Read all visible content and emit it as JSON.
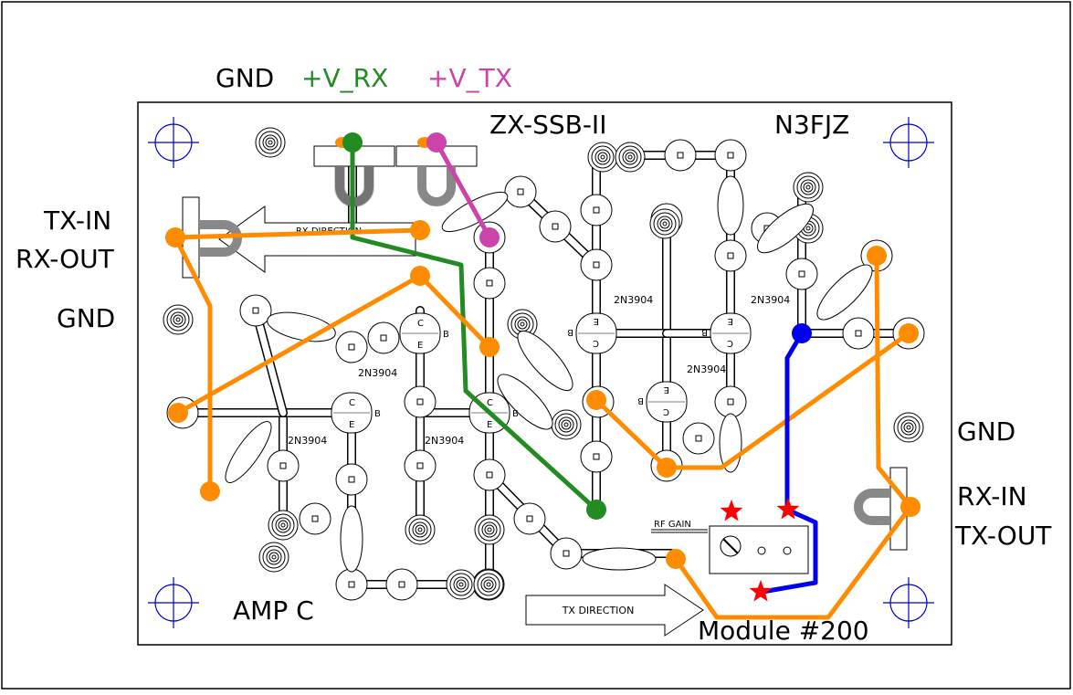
{
  "header": {
    "gnd": "GND",
    "v_rx": "+V_RX",
    "v_tx": "+V_TX"
  },
  "board": {
    "title": "ZX-SSB-II",
    "callsign": "N3FJZ",
    "amp": "AMP C",
    "module": "Module #200",
    "rx_direction": "RX DIRECTION",
    "tx_direction": "TX DIRECTION",
    "rf_gain": "RF GAIN"
  },
  "side_labels": {
    "tx_in": "TX-IN",
    "rx_out": "RX-OUT",
    "gnd_left": "GND",
    "gnd_right": "GND",
    "rx_in": "RX-IN",
    "tx_out": "TX-OUT"
  },
  "transistors": {
    "part": "2N3904",
    "part_rotated": "2N3904",
    "pin_c": "C",
    "pin_b": "B",
    "pin_e": "E"
  },
  "colors": {
    "gnd_wire": "#ff8c00",
    "rx_wire": "#228b22",
    "tx_wire": "#cc44aa",
    "blue_wire": "#0000ee",
    "marker": "#ff0000",
    "mount": "#0000cc"
  }
}
